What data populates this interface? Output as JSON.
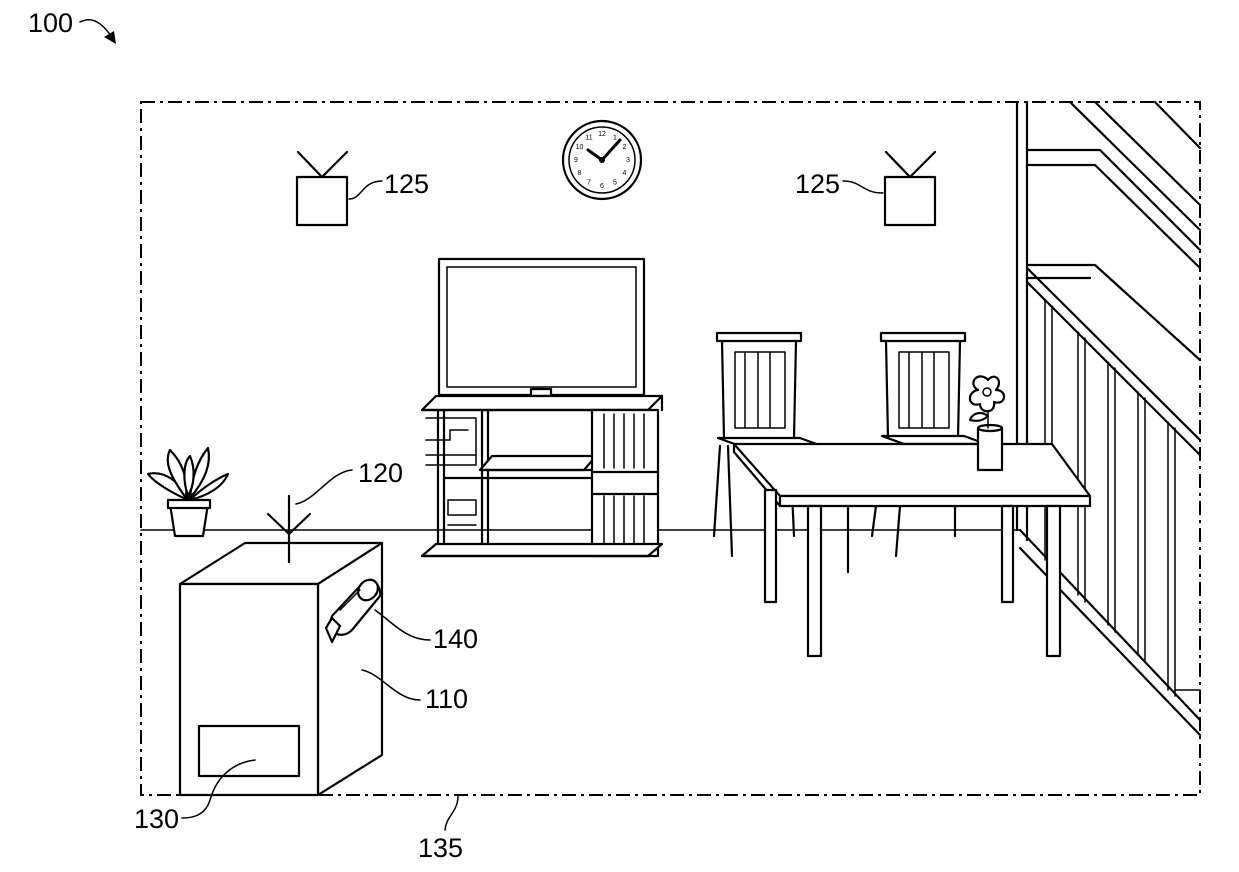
{
  "figure_number": "100",
  "labels": {
    "speaker_left": "125",
    "speaker_right": "125",
    "antenna": "120",
    "camera": "140",
    "device": "110",
    "display_panel": "130",
    "boundary": "135"
  },
  "clock_numbers": [
    "12",
    "1",
    "2",
    "3",
    "4",
    "5",
    "6",
    "7",
    "8",
    "9",
    "10",
    "11"
  ]
}
